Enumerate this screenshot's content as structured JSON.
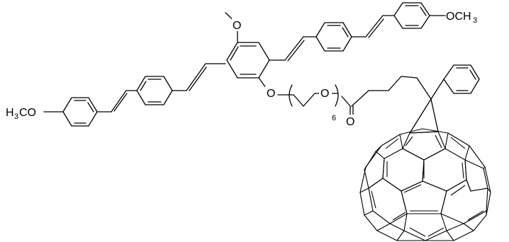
{
  "molecule": {
    "labels": {
      "left_methoxy": "H",
      "left_methoxy_sub": "3",
      "left_methoxy_rest": "CO",
      "right_methoxy": "OCH",
      "right_methoxy_sub": "3",
      "core_methoxy_o": "O",
      "ether_o": "O",
      "peg_o": "O",
      "peg_repeat": "6",
      "carbonyl_o": "O"
    },
    "colors": {
      "ink": "#000000",
      "background": "#ffffff"
    }
  }
}
